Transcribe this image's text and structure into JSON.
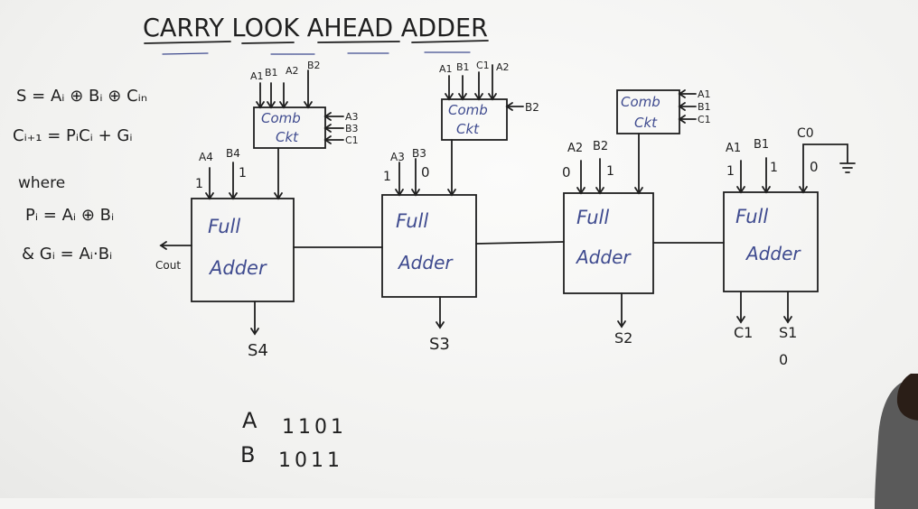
{
  "title": "CARRY LOOK AHEAD ADDER",
  "formulas": {
    "sum": "S = Aᵢ ⊕ Bᵢ ⊕ Cᵢₙ",
    "carry": "Cᵢ₊₁ = PᵢCᵢ + Gᵢ",
    "where": "where",
    "p_def": "Pᵢ = Aᵢ ⊕ Bᵢ",
    "g_def": "& Gᵢ = Aᵢ·Bᵢ"
  },
  "full_adder": {
    "line1": "Full",
    "line2": "Adder"
  },
  "comb_ckt": {
    "line1": "Comb",
    "line2": "Ckt"
  },
  "stage4": {
    "a": "A4",
    "b": "B4",
    "a_val": "1",
    "b_val": "1",
    "sum": "S4",
    "cout": "Cout",
    "comb_top": [
      "A1",
      "B1",
      "A2",
      "B2"
    ],
    "comb_side": [
      "A3",
      "B3",
      "C1"
    ]
  },
  "stage3": {
    "a": "A3",
    "b": "B3",
    "a_val": "1",
    "b_val": "0",
    "sum": "S3",
    "comb_top": [
      "A1",
      "B1",
      "C1",
      "A2"
    ],
    "comb_side": [
      "B2"
    ]
  },
  "stage2": {
    "a": "A2",
    "b": "B2",
    "a_val": "0",
    "b_val": "1",
    "sum": "S2",
    "comb_side": [
      "A1",
      "B1",
      "C1"
    ]
  },
  "stage1": {
    "a": "A1",
    "b": "B1",
    "a_val": "1",
    "b_val": "1",
    "c0": "C0",
    "c0_val": "0",
    "carry_out": "C1",
    "sum": "S1",
    "sum_val": "0"
  },
  "inputs": {
    "a_label": "A",
    "a_bits": "1101",
    "b_label": "B",
    "b_bits": "1011"
  }
}
